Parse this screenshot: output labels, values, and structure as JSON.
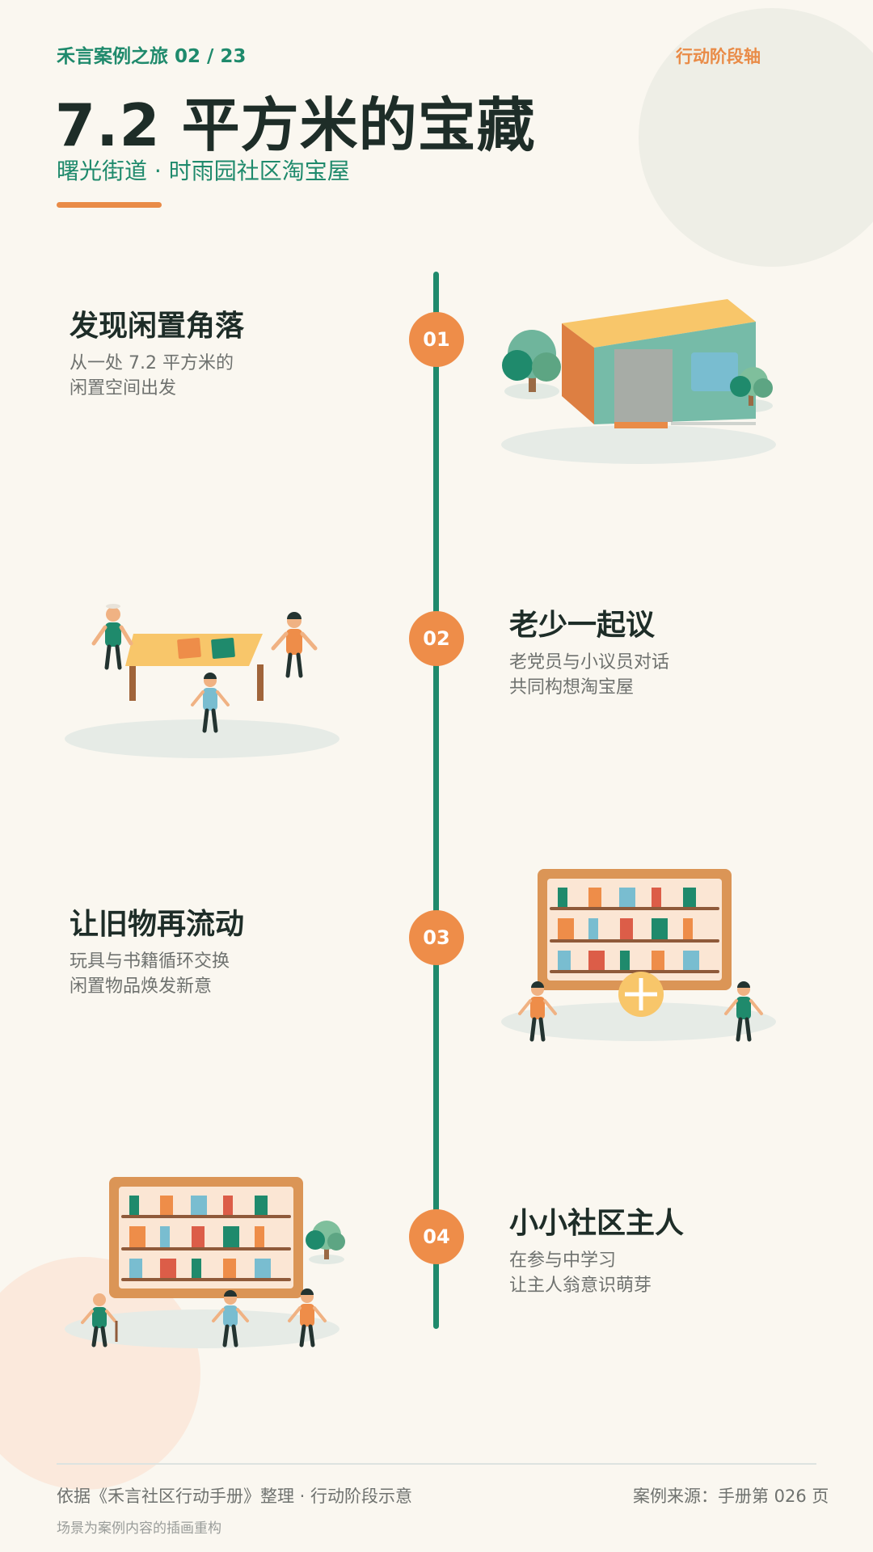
{
  "header": {
    "series": "禾言案例之旅 02 / 23",
    "stage_label": "行动阶段轴",
    "title": "7.2 平方米的宝藏",
    "subtitle": "曙光街道 · 时雨园社区淘宝屋"
  },
  "colors": {
    "accent_green": "#1f8a6c",
    "accent_orange": "#ee8d49",
    "background": "#faf7f0",
    "title_text": "#1e2d28"
  },
  "steps": [
    {
      "number": "01",
      "title": "发现闲置角落",
      "desc": [
        "从一处 7.2 平方米的",
        "闲置空间出发"
      ],
      "illustration": "container-house-icon"
    },
    {
      "number": "02",
      "title": "老少一起议",
      "desc": [
        "老党员与小议员对话",
        "共同构想淘宝屋"
      ],
      "illustration": "discussion-table-icon"
    },
    {
      "number": "03",
      "title": "让旧物再流动",
      "desc": [
        "玩具与书籍循环交换",
        "闲置物品焕发新意"
      ],
      "illustration": "exchange-shelf-icon"
    },
    {
      "number": "04",
      "title": "小小社区主人",
      "desc": [
        "在参与中学习",
        "让主人翁意识萌芽"
      ],
      "illustration": "community-shelf-icon"
    }
  ],
  "footer": {
    "source_note": "依据《禾言社区行动手册》整理 · 行动阶段示意",
    "page_ref": "案例来源：手册第 026 页",
    "illustration_note": "场景为案例内容的插画重构"
  }
}
